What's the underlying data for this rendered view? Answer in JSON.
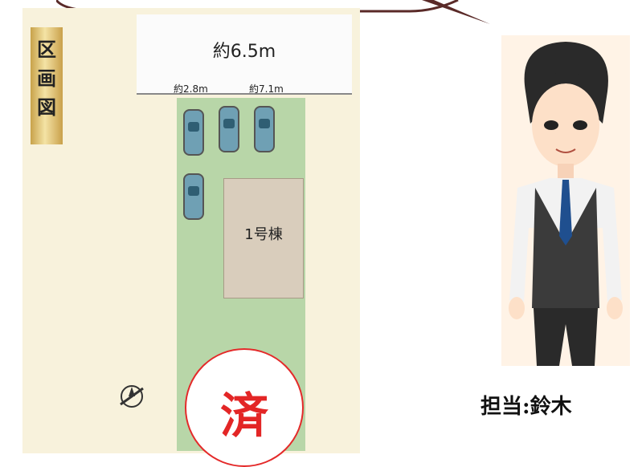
{
  "plan": {
    "section_tag": "区画図",
    "road_width": "約6.5m",
    "width_left": "約2.8m",
    "width_right": "約7.1m",
    "building_label": "1号棟",
    "sold_stamp": "済"
  },
  "staff": {
    "caption": "担当:鈴木"
  },
  "colors": {
    "accent_red": "#e32626",
    "lot_green": "#b8d6a8",
    "background": "#f8f2dc"
  }
}
